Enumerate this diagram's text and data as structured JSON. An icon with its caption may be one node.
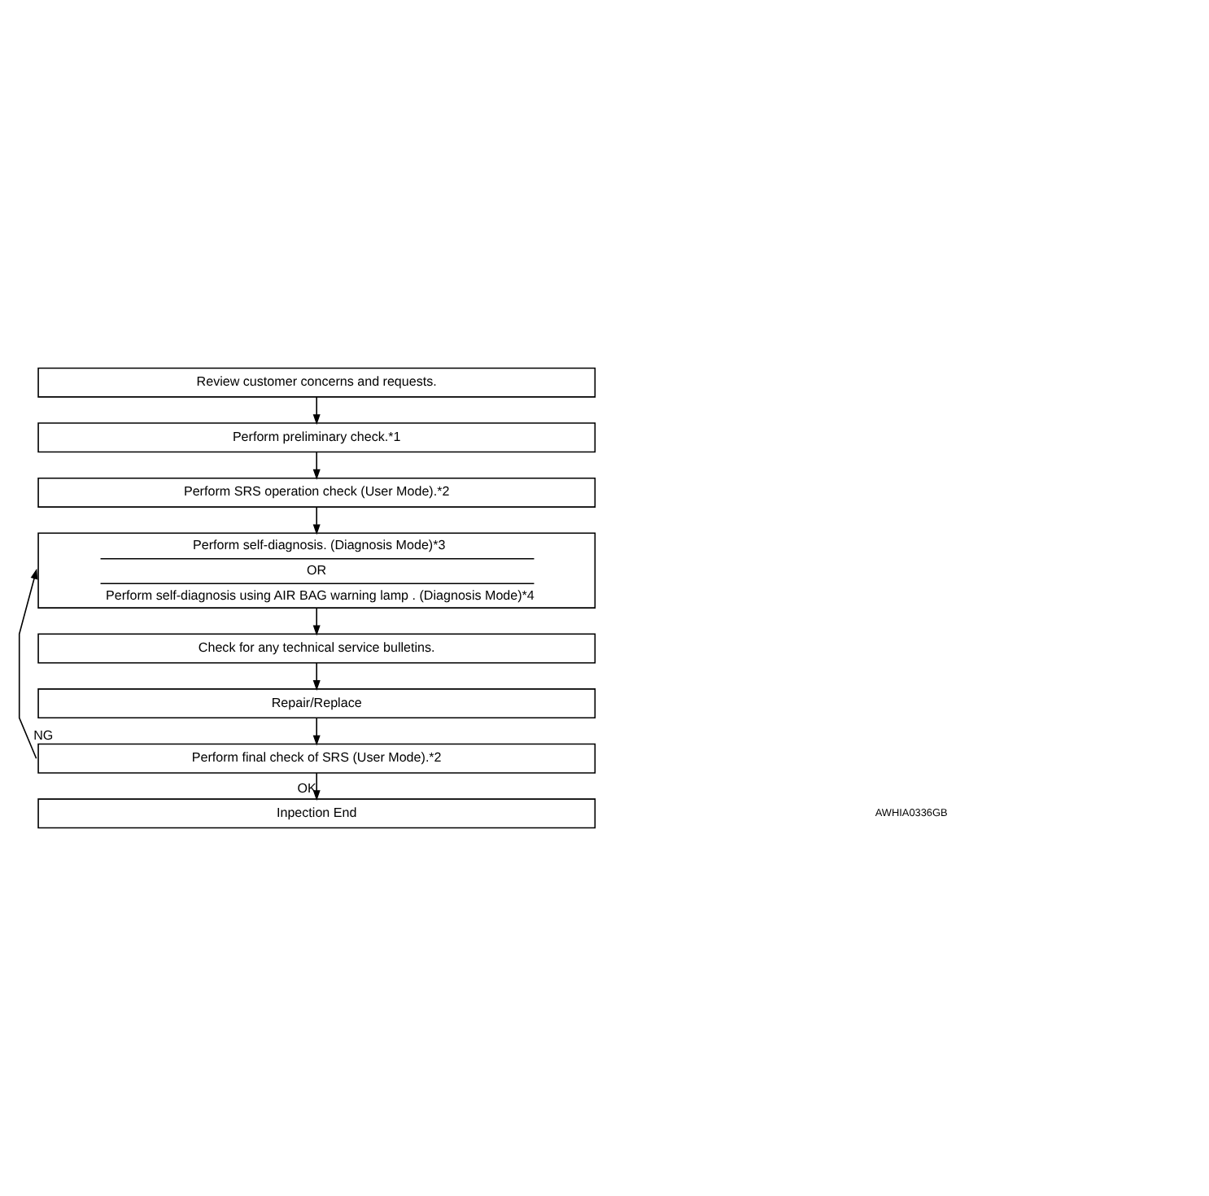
{
  "diagram": {
    "nodes": [
      {
        "text": [
          "Review customer concerns and requests."
        ]
      },
      {
        "text": [
          "Perform preliminary check.*1"
        ]
      },
      {
        "text": [
          "Perform SRS operation check (User Mode).*2"
        ]
      },
      {
        "text": [
          "Perform self-diagnosis. (Diagnosis Mode)*3",
          "OR",
          "Perform self-diagnosis using AIR BAG warning lamp . (Diagnosis Mode)*4"
        ]
      },
      {
        "text": [
          "Check for any technical service bulletins."
        ]
      },
      {
        "text": [
          "Repair/Replace"
        ]
      },
      {
        "text": [
          "Perform final check of SRS (User Mode).*2"
        ]
      },
      {
        "text": [
          "Inpection End"
        ]
      }
    ],
    "edges": [
      {
        "from": 0,
        "to": 1,
        "arrow": "to"
      },
      {
        "from": 1,
        "to": 2,
        "arrow": "to"
      },
      {
        "from": 2,
        "to": 3,
        "arrow": "to"
      },
      {
        "from": 3,
        "to": 4,
        "arrow": "to"
      },
      {
        "from": 4,
        "to": 5,
        "arrow": "to"
      },
      {
        "from": 5,
        "to": 6,
        "arrow": "to"
      },
      {
        "from": 6,
        "to": 3,
        "arrow": "to",
        "label": "NG"
      },
      {
        "from": 6,
        "to": 7,
        "arrow": "to",
        "label": "OK"
      }
    ],
    "labels": [
      "AWHIA0336GB"
    ]
  }
}
